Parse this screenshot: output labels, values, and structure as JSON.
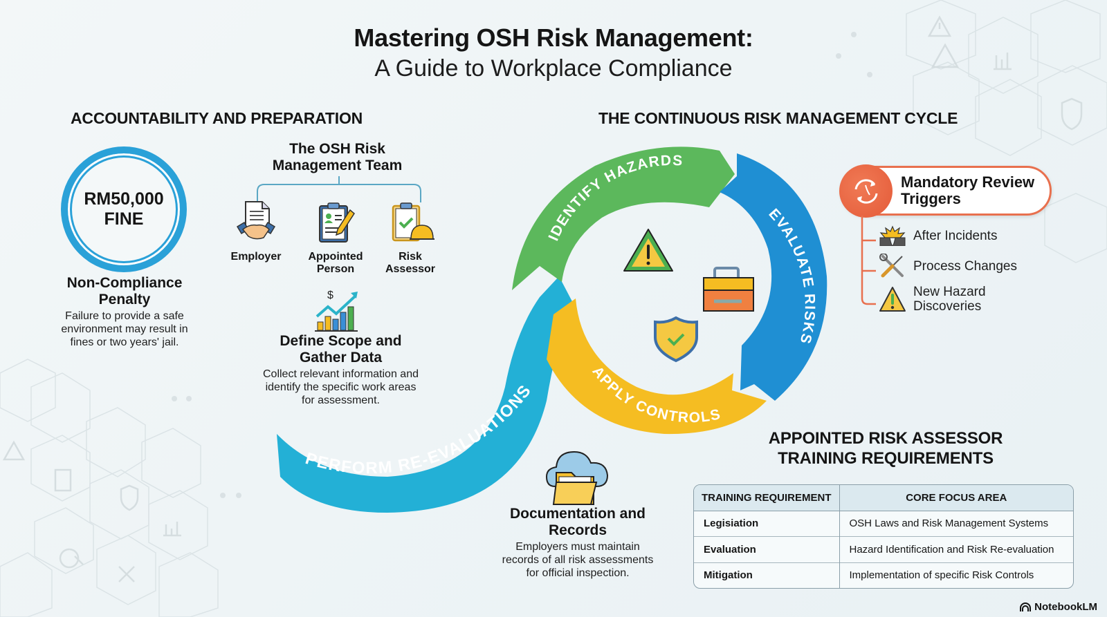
{
  "header": {
    "title": "Mastering OSH Risk Management:",
    "subtitle": "A Guide to Workplace Compliance"
  },
  "accountability": {
    "heading": "ACCOUNTABILITY AND PREPARATION",
    "fine": {
      "amount": "RM50,000",
      "label": "FINE",
      "title_line1": "Non-Compliance",
      "title_line2": "Penalty",
      "desc_line1": "Failure to provide a safe",
      "desc_line2": "environment may result in",
      "desc_line3": "fines or two years' jail."
    },
    "team": {
      "title_line1": "The OSH Risk",
      "title_line2": "Management Team",
      "members": [
        {
          "label_line1": "Employer",
          "label_line2": "",
          "icon": "handshake-document-icon"
        },
        {
          "label_line1": "Appointed",
          "label_line2": "Person",
          "icon": "clipboard-person-pencil-icon"
        },
        {
          "label_line1": "Risk",
          "label_line2": "Assessor",
          "icon": "clipboard-check-hardhat-icon"
        }
      ]
    },
    "scope": {
      "title_line1": "Define Scope and",
      "title_line2": "Gather Data",
      "desc_line1": "Collect relevant information and",
      "desc_line2": "identify the specific work areas",
      "desc_line3": "for assessment.",
      "icon": "bar-chart-growth-icon"
    }
  },
  "cycle": {
    "heading": "THE CONTINUOUS RISK MANAGEMENT CYCLE",
    "stages": [
      {
        "label": "IDENTIFY HAZARDS",
        "color": "#5cb85c"
      },
      {
        "label": "EVALUATE RISKS",
        "color": "#1f8fd3"
      },
      {
        "label": "APPLY CONTROLS",
        "color": "#f5bd22"
      },
      {
        "label": "PERFORM RE-EVALUATIONS",
        "color": "#23b0d6"
      }
    ],
    "center_icons": [
      "warning-triangle-icon",
      "toolbox-icon",
      "shield-check-icon"
    ]
  },
  "documentation": {
    "title_line1": "Documentation and",
    "title_line2": "Records",
    "desc_line1": "Employers must maintain",
    "desc_line2": "records of all risk assessments",
    "desc_line3": "for official inspection.",
    "icon": "cloud-folder-icon"
  },
  "triggers": {
    "title_line1": "Mandatory Review",
    "title_line2": "Triggers",
    "accent": "#e8704e",
    "items": [
      {
        "label_line1": "After Incidents",
        "label_line2": "",
        "icon": "explosion-icon"
      },
      {
        "label_line1": "Process Changes",
        "label_line2": "",
        "icon": "wrench-screwdriver-icon"
      },
      {
        "label_line1": "New Hazard",
        "label_line2": "Discoveries",
        "icon": "warning-triangle-icon"
      }
    ]
  },
  "training": {
    "heading_line1": "APPOINTED RISK ASSESSOR",
    "heading_line2": "TRAINING REQUIREMENTS",
    "columns": [
      "TRAINING REQUIREMENT",
      "CORE FOCUS AREA"
    ],
    "rows": [
      [
        "Legisiation",
        "OSH Laws and Risk Management Systems"
      ],
      [
        "Evaluation",
        "Hazard Identification and Risk Re-evaluation"
      ],
      [
        "Mitigation",
        "Implementation of specific Risk Controls"
      ]
    ]
  },
  "footer": {
    "brand": "NotebookLM"
  }
}
